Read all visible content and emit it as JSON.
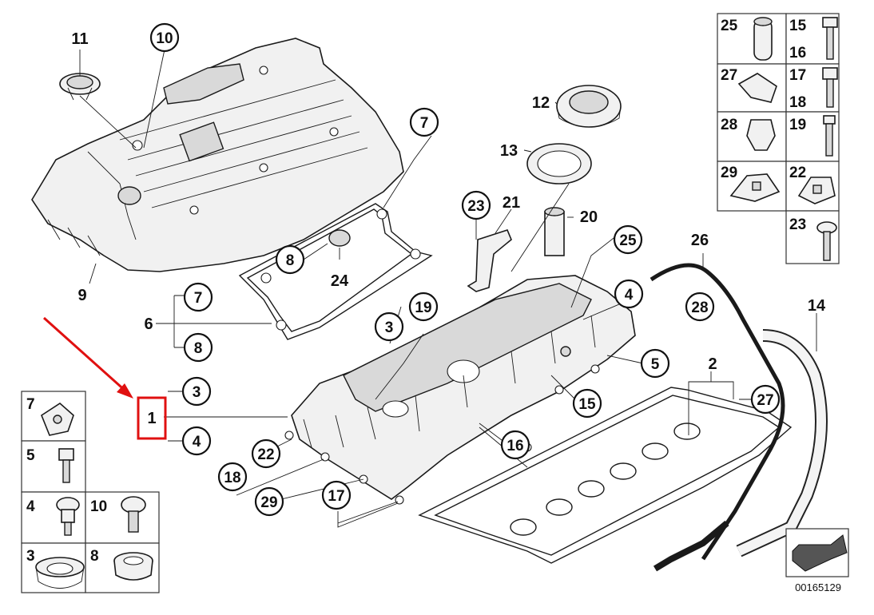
{
  "callouts": {
    "c11": "11",
    "c10": "10",
    "c7a": "7",
    "c8a": "8",
    "c24": "24",
    "c9": "9",
    "c6": "6",
    "c7b": "7",
    "c8b": "8",
    "c12": "12",
    "c13": "13",
    "c23": "23",
    "c21": "21",
    "c20": "20",
    "c25": "25",
    "c26": "26",
    "c28": "28",
    "c14": "14",
    "c4a": "4",
    "c3a": "3",
    "c19": "19",
    "c5": "5",
    "c2": "2",
    "c27": "27",
    "c15": "15",
    "c3b": "3",
    "c1": "1",
    "c4b": "4",
    "c22": "22",
    "c16": "16",
    "c18": "18",
    "c29": "29",
    "c17": "17"
  },
  "left_inset": {
    "r1": "7",
    "r2": "5",
    "r3a": "4",
    "r3b": "10",
    "r4a": "3",
    "r4b": "8"
  },
  "right_inset": {
    "r1a": "25",
    "r1b": "15",
    "r1c": "16",
    "r2a": "27",
    "r2b": "17",
    "r2c": "18",
    "r3a": "28",
    "r3b": "19",
    "r4a": "29",
    "r4b": "22",
    "r5": "23"
  },
  "diagram_ref": "00165129",
  "colors": {
    "highlight": "#e01010",
    "line": "#1a1a1a"
  }
}
